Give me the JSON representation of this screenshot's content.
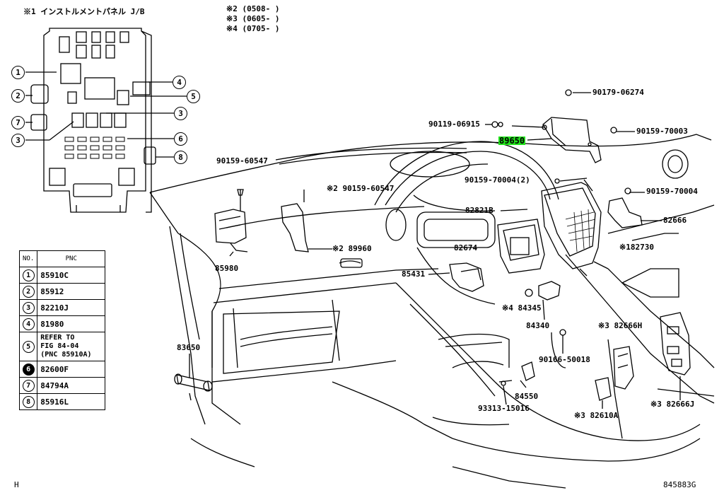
{
  "header": {
    "jb_title": "※1 インストルメントパネル J/B",
    "notes": [
      "※2 (0508-     )",
      "※3 (0605-     )",
      "※4 (0705-     )"
    ]
  },
  "jb_callouts": [
    "1",
    "2",
    "7",
    "3",
    "4",
    "5",
    "3",
    "6",
    "8"
  ],
  "table": {
    "col_no": "NO.",
    "col_pnc": "PNC",
    "rows": [
      {
        "no": "1",
        "pnc": "85910C"
      },
      {
        "no": "2",
        "pnc": "85912"
      },
      {
        "no": "3",
        "pnc": "82210J"
      },
      {
        "no": "4",
        "pnc": "81980"
      },
      {
        "no": "5",
        "pnc": "REFER TO\nFIG 84-04\n(PNC 85910A)"
      },
      {
        "no": "6",
        "pnc": "82600F"
      },
      {
        "no": "7",
        "pnc": "84794A"
      },
      {
        "no": "8",
        "pnc": "85916L"
      }
    ]
  },
  "labels": {
    "p90179_06274": "90179-06274",
    "p90119_06915": "90119-06915",
    "p90159_70003": "90159-70003",
    "p89650": "89650",
    "p90159_60547_a": "90159-60547",
    "p90159_60547_b": "※2 90159-60547",
    "p90159_70004_2": "90159-70004(2)",
    "p90159_70004": "90159-70004",
    "p82821b": "82821B",
    "p82666": "82666",
    "p89960": "※2 89960",
    "p85980": "85980",
    "p82674": "82674",
    "p82730": "※182730",
    "p85431": "85431",
    "p84345": "※4 84345",
    "p84340": "84340",
    "p82666h": "※3 82666H",
    "p83650": "83650",
    "p90166_50018": "90166-50018",
    "p84550": "84550",
    "p93313_15016": "93313-15016",
    "p82610a": "※3 82610A",
    "p82666j": "※3 82666J"
  },
  "footer": {
    "left": "H",
    "right": "845883G"
  },
  "colors": {
    "highlight": "#22e31c",
    "line": "#000000"
  }
}
